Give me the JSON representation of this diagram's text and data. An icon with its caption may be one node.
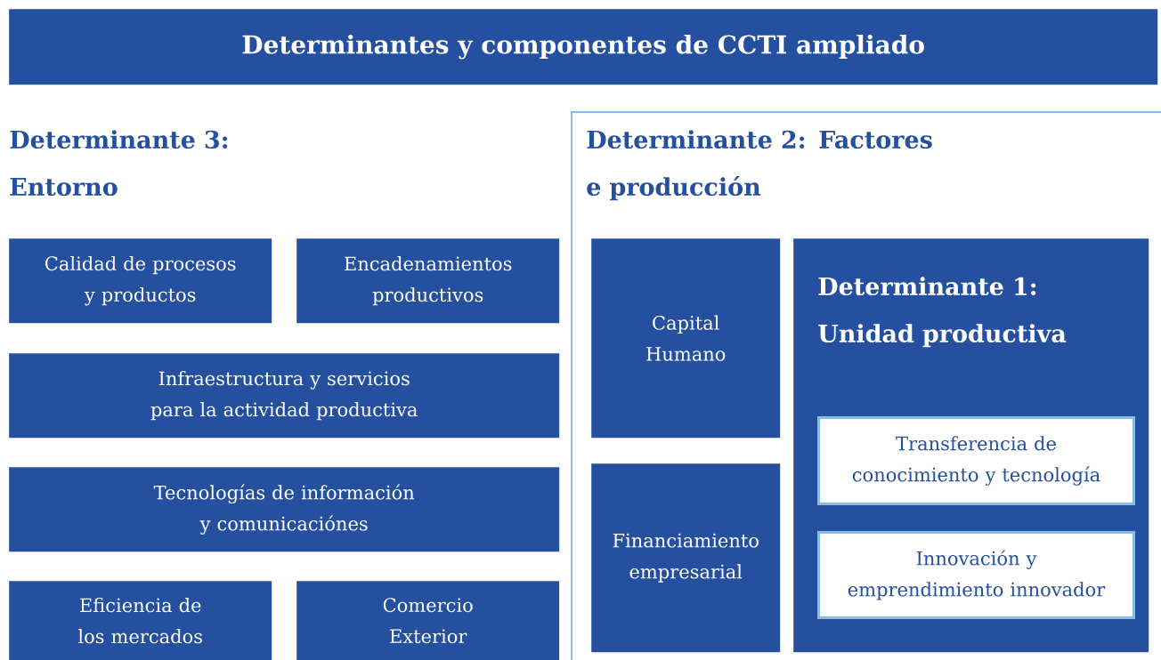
{
  "diagram": {
    "title": "Determinantes y componentes de CCTI ampliado",
    "nodes": [
      {
        "text": [
          "Calidad de procesos y productos"
        ]
      },
      {
        "text": [
          "Encadenamientos productivos"
        ]
      },
      {
        "text": [
          "Infraestructura y servicios para la actividad productiva"
        ]
      },
      {
        "text": [
          "Tecnologías de información y comunicaciónes"
        ]
      },
      {
        "text": [
          "Eficiencia de los mercados"
        ]
      },
      {
        "text": [
          "Comercio Exterior"
        ]
      },
      {
        "text": [
          "Determinante 2: Factores e producción"
        ]
      },
      {
        "text": [
          "Capital Humano"
        ],
        "in": 6
      },
      {
        "text": [
          "Financiamiento empresarial"
        ],
        "in": 6
      },
      {
        "text": [
          "Determinante 1: Unidad productiva"
        ],
        "in": 6
      },
      {
        "text": [
          "Transferencia de conocimiento y tecnología"
        ],
        "in": 9
      },
      {
        "text": [
          "Innovación y emprendimiento innovador"
        ],
        "in": 9
      }
    ],
    "labels": [
      "Determinante 3: Entorno"
    ]
  }
}
